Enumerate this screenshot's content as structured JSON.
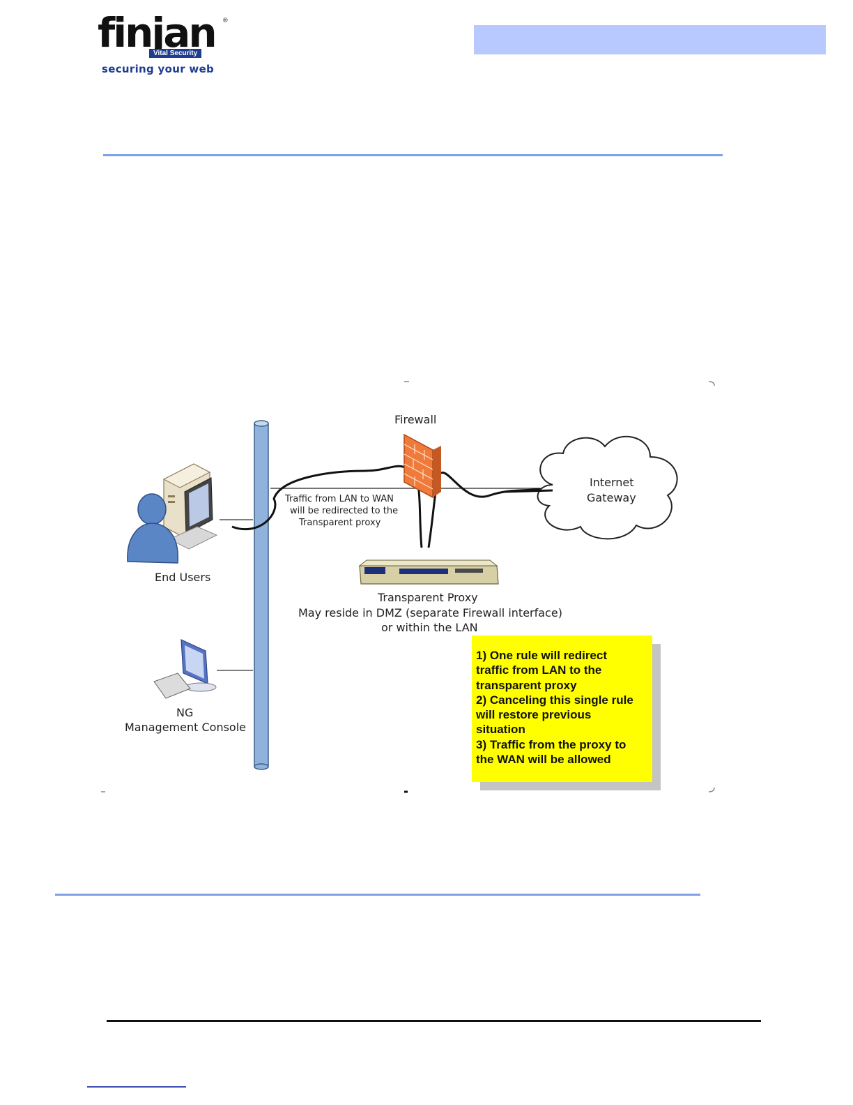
{
  "header": {
    "logo_word": "finjan",
    "logo_badge": "Vital Security",
    "logo_tagline": "securing your web",
    "band_color": "#b8c9ff"
  },
  "diagram": {
    "firewall_label": "Firewall",
    "internet_line1": "Internet",
    "internet_line2": "Gateway",
    "traffic_line1": "Traffic from LAN to WAN",
    "traffic_line2": "will be redirected to the",
    "traffic_line3": "Transparent proxy",
    "end_users_label": "End Users",
    "proxy_line1": "Transparent Proxy",
    "proxy_line2": "May reside in DMZ (separate Firewall interface)",
    "proxy_line3": "or within the LAN",
    "console_line1": "NG",
    "console_line2": "Management Console",
    "note_text": "1) One rule will redirect\ntraffic from LAN to the\ntransparent proxy\n2) Canceling this single rule\nwill restore previous\nsituation\n3) Traffic from the proxy to\nthe WAN will be allowed",
    "note_color": "#ffff00"
  },
  "colors": {
    "rule_blue": "#7f9fe6",
    "firewall_orange": "#f07a3a",
    "backbone_blue": "#8fb3dc"
  }
}
